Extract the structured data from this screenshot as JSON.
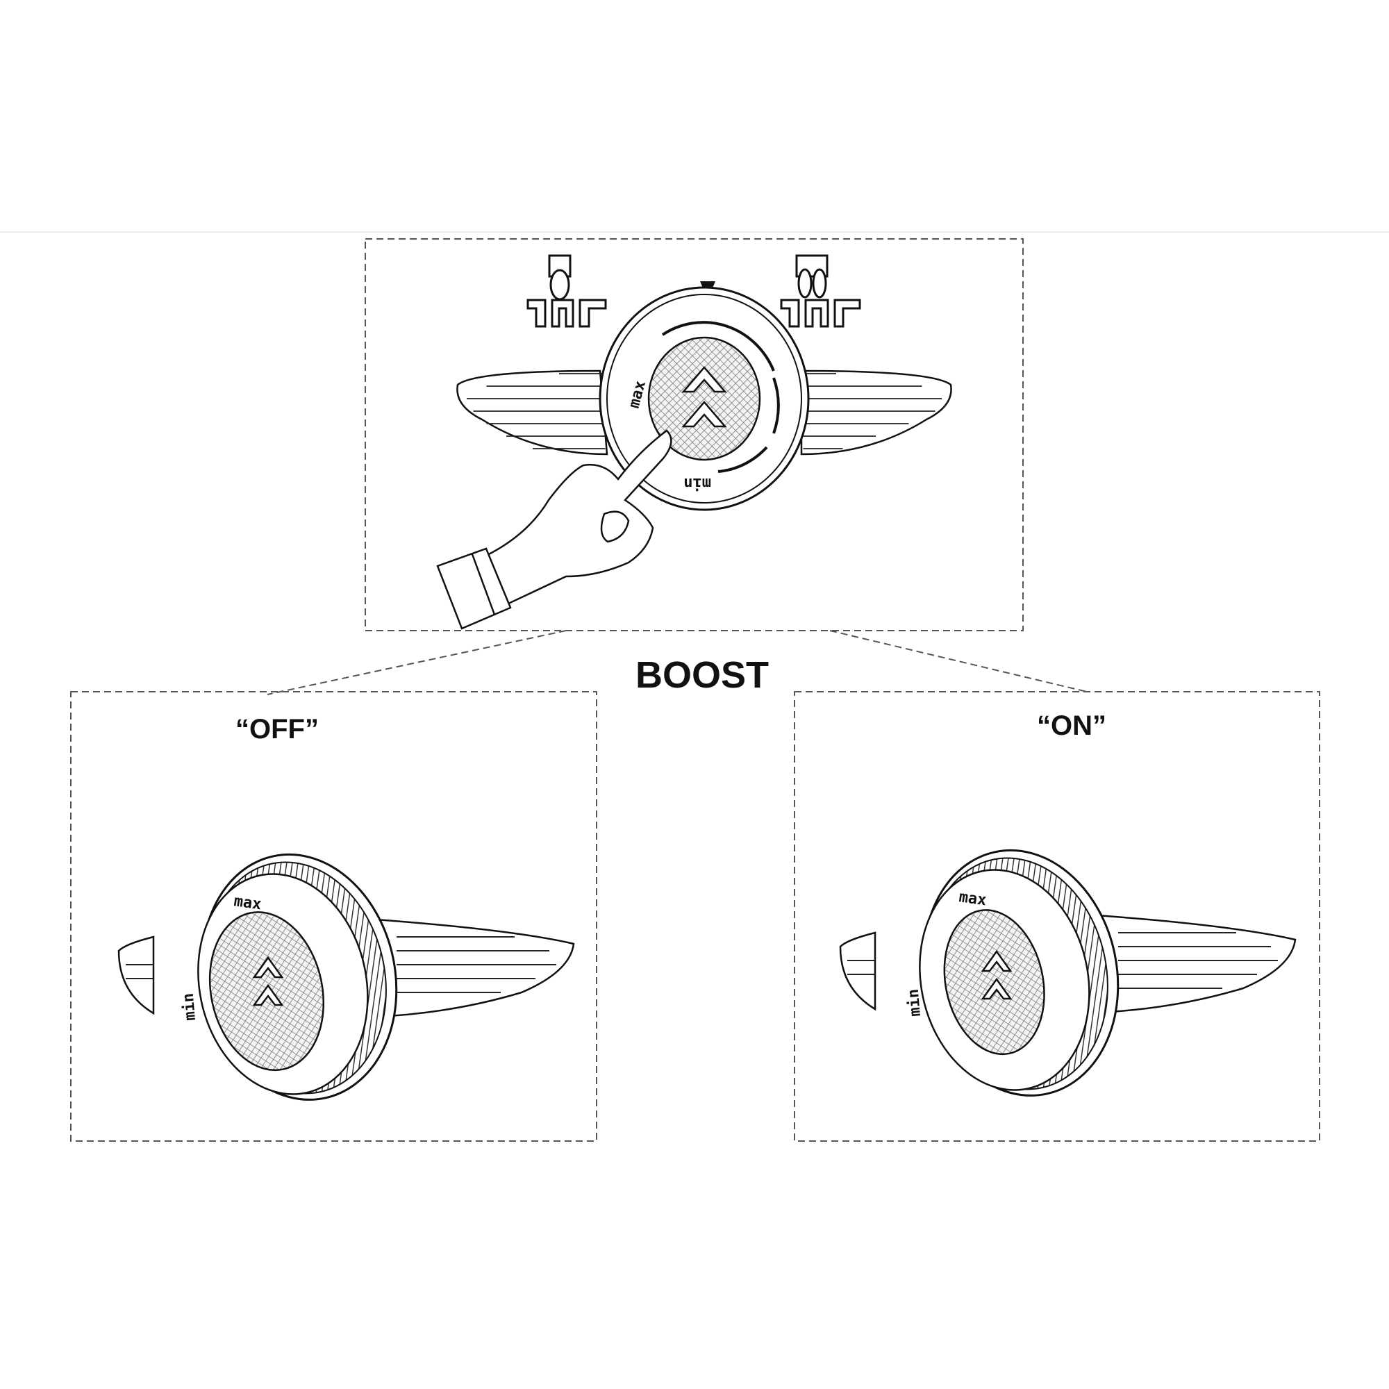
{
  "title": "BOOST",
  "states": {
    "off_label": "“OFF”",
    "on_label": "“ON”"
  },
  "dial": {
    "max_label": "max",
    "min_label": "min"
  },
  "colors": {
    "line": "#111111",
    "dash": "#555555",
    "hatch": "#777777"
  }
}
